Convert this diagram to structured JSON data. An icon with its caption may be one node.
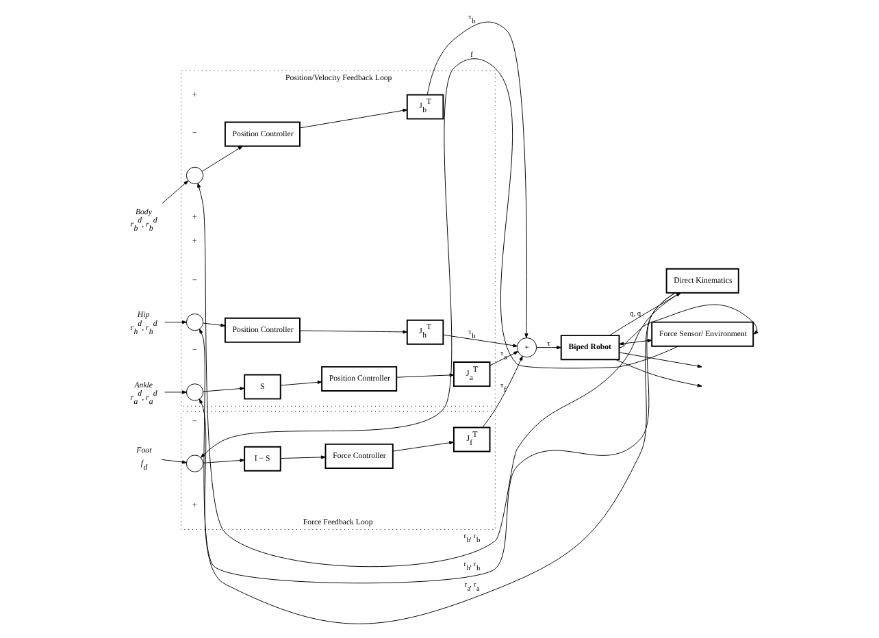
{
  "diagram": {
    "nodes": [
      {
        "text": [
          "Position/Velocity Feedback Loop"
        ]
      },
      {
        "text": [
          "Force Feedback Loop"
        ]
      },
      {
        "text": [
          "Body",
          "r$_{b}$$^{d}$, r$_{b}$$^{d}$"
        ]
      },
      {
        "text": [],
        "shape": "circle",
        "in": 0
      },
      {
        "text": [
          "Position Controller"
        ],
        "in": 0
      },
      {
        "text": [
          "J$_{b}$$^{T}$"
        ],
        "in": 0
      },
      {
        "text": [
          "Hip",
          "r$_{h}$$^{d}$, r$_{h}$$^{d}$"
        ]
      },
      {
        "text": [],
        "shape": "circle",
        "in": 0
      },
      {
        "text": [
          "Position Controller"
        ],
        "in": 0
      },
      {
        "text": [
          "J$_{h}$$^{T}$"
        ],
        "in": 0
      },
      {
        "text": [
          "Ankle",
          "r$_{a}$$^{d}$, r$_{a}$$^{d}$"
        ]
      },
      {
        "text": [],
        "shape": "circle",
        "in": 0
      },
      {
        "text": [
          "S"
        ],
        "in": 0
      },
      {
        "text": [
          "Position Controller"
        ],
        "in": 0
      },
      {
        "text": [
          "J$_{a}$$^{T}$"
        ],
        "in": 0
      },
      {
        "text": [
          "Foot",
          "f$_{d}$"
        ]
      },
      {
        "text": [],
        "shape": "circle",
        "in": 1
      },
      {
        "text": [
          "I − S"
        ],
        "in": 1
      },
      {
        "text": [
          "Force Controller"
        ],
        "in": 1
      },
      {
        "text": [
          "J$_{f}$$^{T}$"
        ],
        "in": 1
      },
      {
        "text": [
          "+"
        ]
      },
      {
        "text": [
          "Direct Kinematics"
        ]
      },
      {
        "text": [
          "Biped Robot"
        ]
      },
      {
        "text": [
          "Force Sensor/ Environment"
        ]
      }
    ],
    "edges": [
      {
        "from": 2,
        "to": 3,
        "arrow": "to"
      },
      {
        "from": 3,
        "to": 4,
        "arrow": "to"
      },
      {
        "from": 4,
        "to": 5,
        "arrow": "to"
      },
      {
        "from": 5,
        "to": 20,
        "arrow": "to",
        "label": "τ$_{b}$"
      },
      {
        "from": 21,
        "to": 3,
        "arrow": "to",
        "label": "r$_{b}$, r$_{b}$"
      },
      {
        "from": 6,
        "to": 7,
        "arrow": "to"
      },
      {
        "from": 7,
        "to": 8,
        "arrow": "to"
      },
      {
        "from": 8,
        "to": 9,
        "arrow": "to"
      },
      {
        "from": 9,
        "to": 20,
        "arrow": "to",
        "label": "τ$_{h}$"
      },
      {
        "from": 21,
        "to": 7,
        "arrow": "to",
        "label": "r$_{h}$, r$_{h}$"
      },
      {
        "from": 10,
        "to": 11,
        "arrow": "to"
      },
      {
        "from": 11,
        "to": 12,
        "arrow": "to"
      },
      {
        "from": 12,
        "to": 13,
        "arrow": "to"
      },
      {
        "from": 13,
        "to": 14,
        "arrow": "to"
      },
      {
        "from": 14,
        "to": 20,
        "arrow": "to",
        "label": "τ$_{a}$"
      },
      {
        "from": 21,
        "to": 11,
        "arrow": "to",
        "label": "r$_{a}$, r$_{a}$"
      },
      {
        "from": 15,
        "to": 16,
        "arrow": "to"
      },
      {
        "from": 16,
        "to": 17,
        "arrow": "to"
      },
      {
        "from": 17,
        "to": 18,
        "arrow": "to"
      },
      {
        "from": 18,
        "to": 19,
        "arrow": "to"
      },
      {
        "from": 19,
        "to": 20,
        "arrow": "to",
        "label": "τ$_{f}$"
      },
      {
        "from": 23,
        "to": 16,
        "arrow": "to",
        "label": "f"
      },
      {
        "from": 20,
        "to": 22,
        "arrow": "to",
        "label": "τ"
      },
      {
        "from": 22,
        "to": 21,
        "arrow": "to",
        "label": "q, q"
      },
      {
        "from": 22,
        "to": 23,
        "arrow": "to"
      },
      {
        "from": 22,
        "to": 23,
        "arrow": "both"
      },
      {
        "from": 22,
        "to": null,
        "arrow": "to"
      },
      {
        "from": 22,
        "to": null,
        "arrow": "to"
      }
    ],
    "labels": [
      "+",
      "−",
      "+",
      "−",
      "+",
      "−",
      "+",
      "−"
    ]
  }
}
